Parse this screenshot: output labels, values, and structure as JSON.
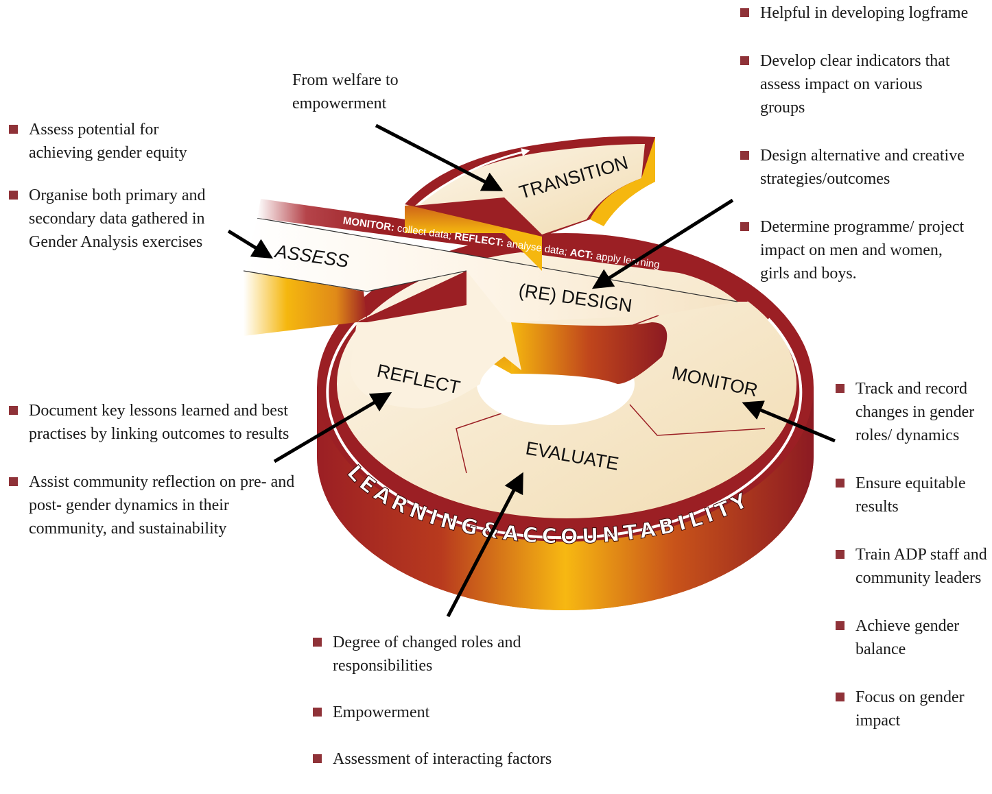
{
  "caption_top": "From welfare to\nempowerment",
  "stages": {
    "assess": "ASSESS",
    "transition": "TRANSITION",
    "redesign": "(RE) DESIGN",
    "monitor": "MONITOR",
    "evaluate": "EVALUATE",
    "reflect": "REFLECT"
  },
  "banner": {
    "monitor_key": "MONITOR:",
    "monitor_text": " collect data; ",
    "reflect_key": "REFLECT:",
    "reflect_text": " analyse data; ",
    "act_key": "ACT:",
    "act_text": " apply learning"
  },
  "ring_label": "LEARNING&ACCOUNTABILITY",
  "lists": {
    "top_right": [
      "Helpful in developing logframe",
      "Develop clear indicators that assess impact on various groups",
      "Design alternative and creative strategies/outcomes",
      "Determine programme/ project impact on men and women, girls and boys."
    ],
    "left_top": [
      "Assess potential for achieving gender equity",
      "Organise both primary and secondary data gathered in Gender Analysis exercises"
    ],
    "left_bottom": [
      "Document key lessons learned and best practises by linking outcomes to results",
      "Assist community reflection on pre- and post- gender dynamics in their community, and sustainability"
    ],
    "bottom": [
      "Degree of changed roles and responsibilities",
      "Empowerment",
      "Assessment of interacting factors"
    ],
    "right": [
      "Track and record changes in gender roles/ dynamics",
      "Ensure equitable results",
      "Train ADP staff and community leaders",
      "Achieve gender balance",
      "Focus on gender impact"
    ]
  },
  "colors": {
    "maroon": "#9b1f24",
    "gold": "#f5b70f",
    "cream": "#fbeed5",
    "bullet": "#8f3238",
    "arrow": "#000000"
  }
}
